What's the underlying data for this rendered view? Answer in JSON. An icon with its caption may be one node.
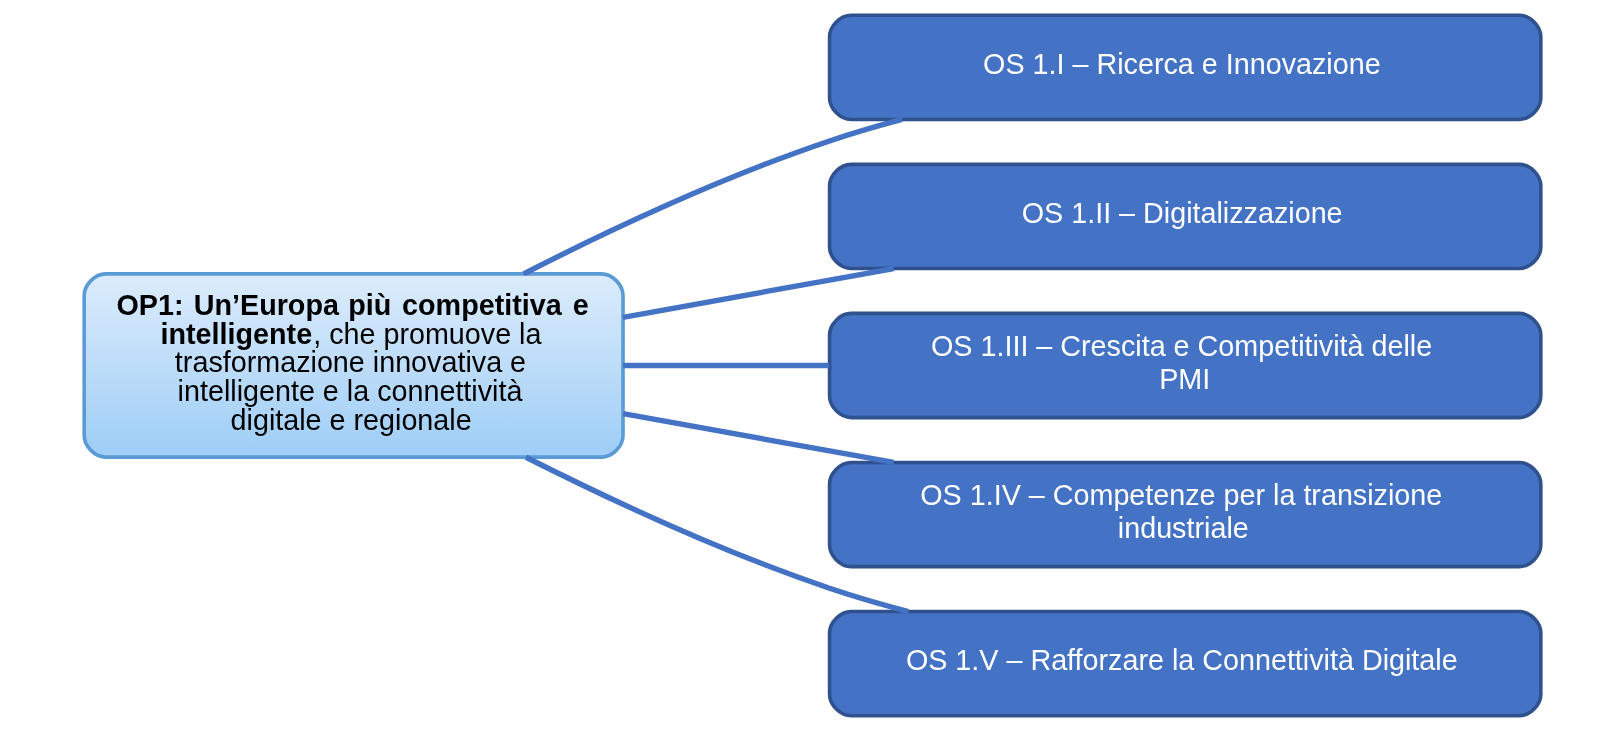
{
  "diagram": {
    "nodes": [
      {
        "text": [
          "**OP1: Un’Europa più competitiva e intelligente**, che promuove la trasformazione innovativa e intelligente e la connettività digitale e regionale"
        ]
      },
      {
        "text": [
          "OS 1.I – Ricerca e Innovazione"
        ]
      },
      {
        "text": [
          "OS 1.II – Digitalizzazione"
        ]
      },
      {
        "text": [
          "OS 1.III – Crescita e Competitività delle PMI"
        ]
      },
      {
        "text": [
          "OS 1.IV – Competenze per la transizione industriale"
        ]
      },
      {
        "text": [
          "OS 1.V – Rafforzare la Connettività Digitale"
        ]
      }
    ],
    "edges": [
      {
        "from": 0,
        "to": 1,
        "arrow": "none"
      },
      {
        "from": 0,
        "to": 2,
        "arrow": "none"
      },
      {
        "from": 0,
        "to": 3,
        "arrow": "none"
      },
      {
        "from": 0,
        "to": 4,
        "arrow": "none"
      },
      {
        "from": 0,
        "to": 5,
        "arrow": "none"
      }
    ]
  }
}
